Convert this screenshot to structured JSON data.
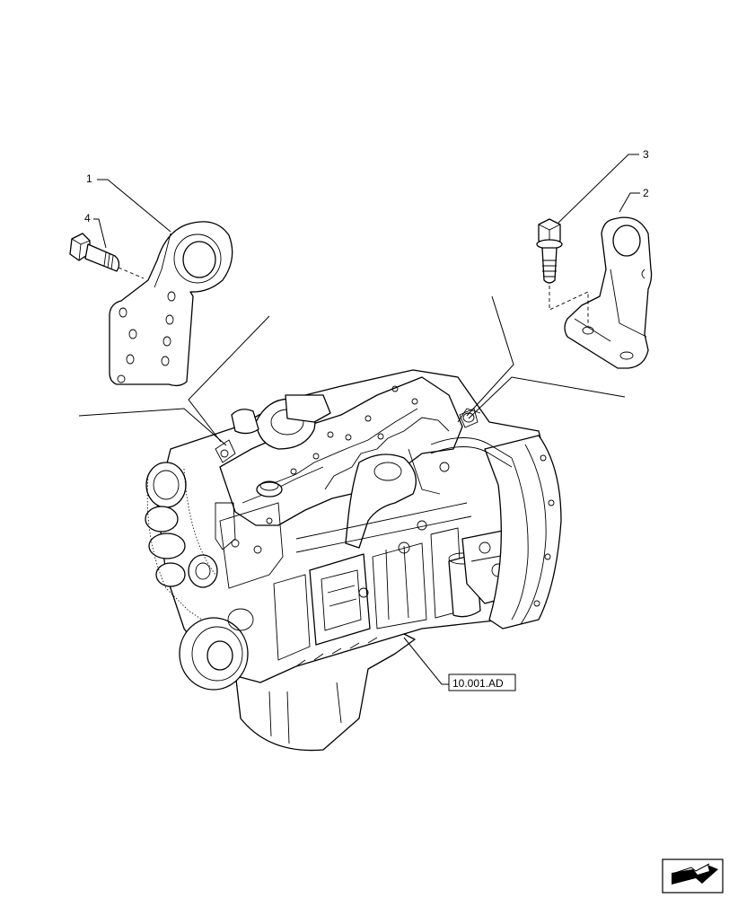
{
  "callouts": [
    {
      "id": "1",
      "label": "1"
    },
    {
      "id": "2",
      "label": "2"
    },
    {
      "id": "3",
      "label": "3"
    },
    {
      "id": "4",
      "label": "4"
    }
  ],
  "reference": {
    "label": "10.001.AD"
  },
  "nav_icon": {
    "name": "next-page-arrow-icon"
  },
  "colors": {
    "line": "#000000",
    "background": "#ffffff"
  }
}
